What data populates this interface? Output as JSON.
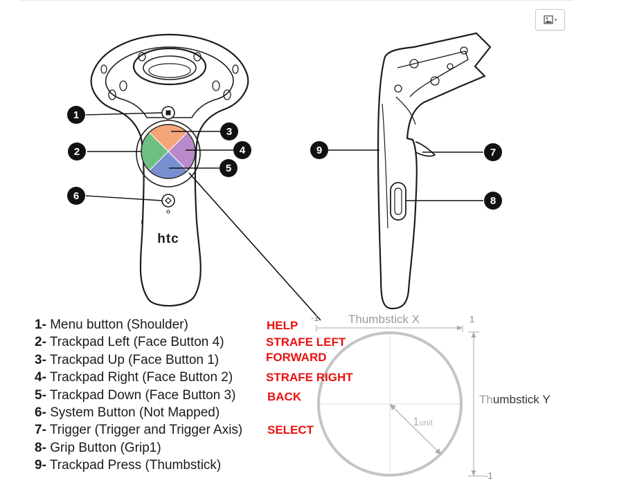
{
  "toolbar": {
    "image_button_icon": "image-icon",
    "image_button_caret": "▾"
  },
  "callouts": [
    "1",
    "2",
    "3",
    "4",
    "5",
    "6",
    "7",
    "8",
    "9"
  ],
  "brand": "htc",
  "legend": [
    {
      "num": "1-",
      "text": "Menu button (Shoulder)"
    },
    {
      "num": "2-",
      "text": "Trackpad Left (Face Button 4)"
    },
    {
      "num": "3-",
      "text": "Trackpad Up (Face Button 1)"
    },
    {
      "num": "4-",
      "text": "Trackpad Right (Face Button 2)"
    },
    {
      "num": "5-",
      "text": "Trackpad Down (Face Button 3)"
    },
    {
      "num": "6-",
      "text": "System Button (Not Mapped)"
    },
    {
      "num": "7-",
      "text": "Trigger (Trigger and Trigger Axis)"
    },
    {
      "num": "8-",
      "text": "Grip Button (Grip1)"
    },
    {
      "num": "9-",
      "text": "Trackpad Press (Thumbstick)"
    }
  ],
  "actions": {
    "help": "HELP",
    "strafe_left": "STRAFE LEFT",
    "forward": "FORWARD",
    "strafe_right": "STRAFE RIGHT",
    "back": "BACK",
    "select": "SELECT"
  },
  "thumbstick": {
    "x_label": "Thumbstick X",
    "y_label_th": "Th",
    "y_label_rest": "umbstick Y",
    "x_min": "-1",
    "x_max": "1",
    "y_min": "-1",
    "radius_num": "1",
    "radius_unit": "unit"
  },
  "colors": {
    "trackpad_up": "#f4a57a",
    "trackpad_left": "#6fbf82",
    "trackpad_right": "#b98ac9",
    "trackpad_down": "#7a8fcf",
    "action_text": "#e8110f"
  }
}
